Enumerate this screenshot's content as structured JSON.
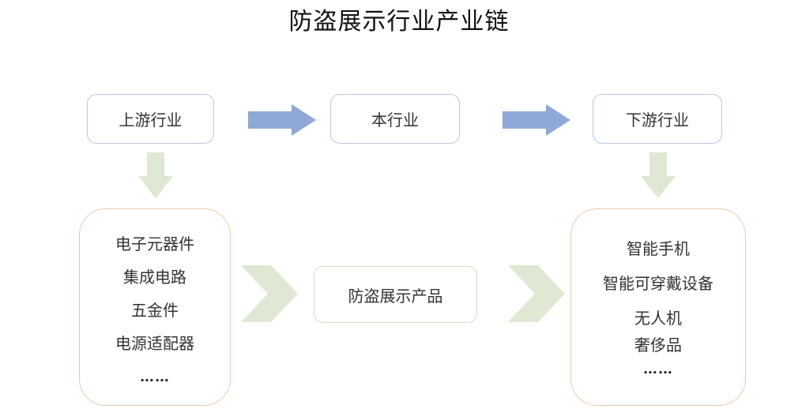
{
  "title": "防盗展示行业产业链",
  "top_row": {
    "upstream": "上游行业",
    "current": "本行业",
    "downstream": "下游行业"
  },
  "middle": {
    "product": "防盗展示产品"
  },
  "upstream_list": {
    "items": [
      "电子元器件",
      "集成电路",
      "五金件",
      "电源适配器"
    ],
    "ellipsis": "……"
  },
  "downstream_list": {
    "items": [
      "智能手机",
      "智能可穿戴设备",
      "无人机",
      "奢侈品"
    ],
    "ellipsis": "……"
  },
  "colors": {
    "blue_arrow": "#8fa8d8",
    "green_arrow": "#dfe8d3",
    "blue_border": "#b9c8e2",
    "orange_border": "#f0c8a6",
    "green_border": "#cfdcbf"
  }
}
